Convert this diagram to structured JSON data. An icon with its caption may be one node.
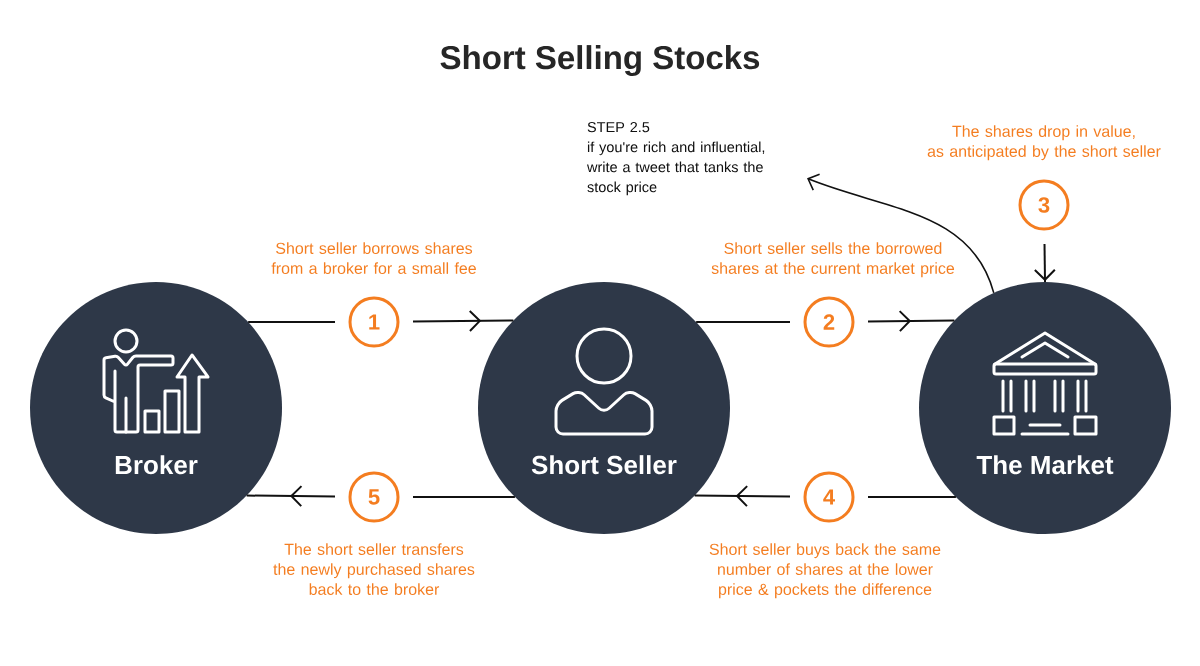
{
  "diagram": {
    "title": "Short Selling Stocks",
    "nodes": [
      {
        "text": [
          "Broker"
        ]
      },
      {
        "text": [
          "1"
        ]
      },
      {
        "text": [
          "Short Seller"
        ]
      },
      {
        "text": [
          "2"
        ]
      },
      {
        "text": [
          "The Market"
        ]
      },
      {
        "text": [
          "3"
        ]
      },
      {
        "text": [
          "4"
        ]
      },
      {
        "text": [
          "5"
        ]
      },
      {
        "text": [
          "STEP 2.5",
          "if you're rich and influential, write a tweet that tanks the stock price"
        ]
      }
    ],
    "edges": [
      {
        "from": 0,
        "to": 1,
        "arrow": "none"
      },
      {
        "from": 1,
        "to": 2,
        "arrow": "to"
      },
      {
        "from": 2,
        "to": 3,
        "arrow": "none"
      },
      {
        "from": 3,
        "to": 4,
        "arrow": "to"
      },
      {
        "from": 5,
        "to": 4,
        "arrow": "to"
      },
      {
        "from": 4,
        "to": 6,
        "arrow": "none"
      },
      {
        "from": 6,
        "to": 2,
        "arrow": "to"
      },
      {
        "from": 2,
        "to": 7,
        "arrow": "none"
      },
      {
        "from": 7,
        "to": 0,
        "arrow": "to"
      },
      {
        "from": 4,
        "to": 8,
        "arrow": "to"
      }
    ],
    "labels": [
      "The shares drop in value, as anticipated by the short seller",
      "Short seller borrows shares from a broker for a small fee",
      "Short seller sells the borrowed shares at the current market price",
      "The short seller transfers the newly purchased shares back to the broker",
      "Short seller buys back the same number of shares at the lower price & pockets the difference"
    ]
  }
}
